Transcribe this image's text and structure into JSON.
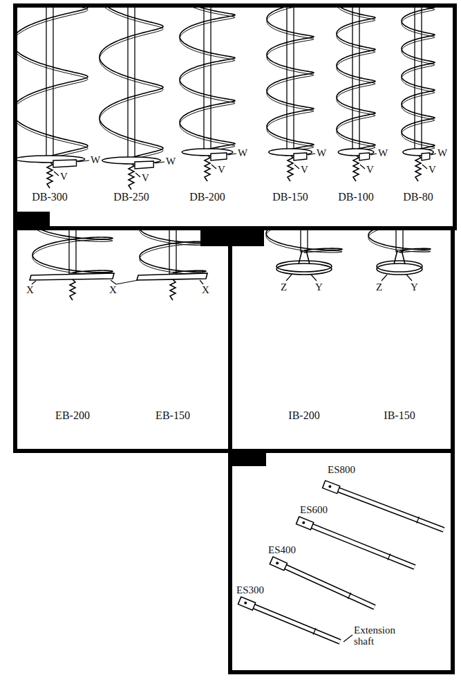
{
  "diagram": {
    "labels": [
      "W",
      "V",
      "W",
      "V",
      "W",
      "V",
      "W",
      "V",
      "W",
      "V",
      "W",
      "V",
      "DB-300",
      "DB-250",
      "DB-200",
      "DB-150",
      "DB-100",
      "DB-80",
      "X",
      "X",
      "X",
      "EB-200",
      "EB-150",
      "Z",
      "Y",
      "Z",
      "Y",
      "IB-200",
      "IB-150",
      "ES800",
      "ES600",
      "ES400",
      "ES300",
      "Extension shaft"
    ]
  }
}
